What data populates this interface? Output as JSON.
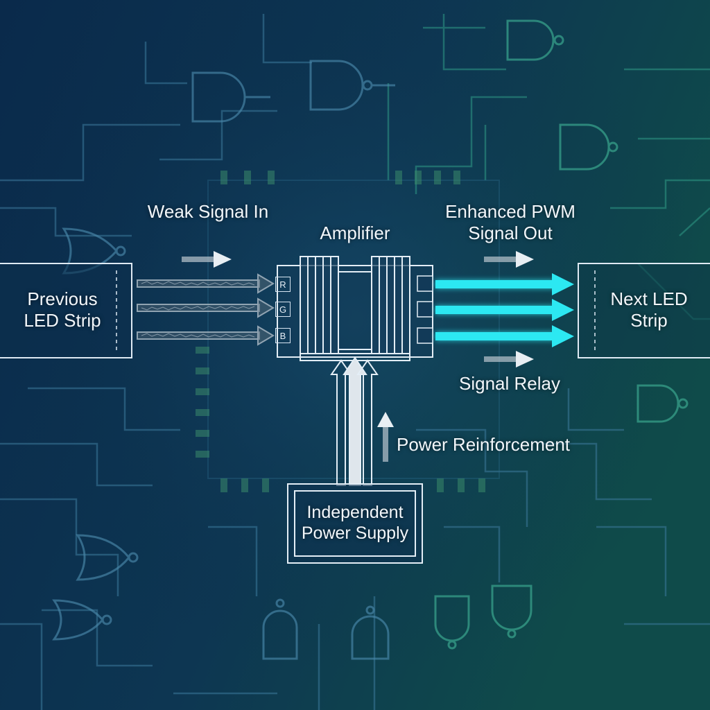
{
  "colors": {
    "background_left": "#0b2b4c",
    "background_right": "#0f4a4a",
    "trace": "#3f7fa0",
    "trace_green": "#2f9a86",
    "box_stroke": "#dfeaf4",
    "output_cyan": "#29e6f0",
    "input_gray": "#9aa8b4",
    "arrow_white": "#e8eef3"
  },
  "icons": {
    "logic_gates": "and-gate / nand-gate / nor-gate background circuitry",
    "heatsink": "heatsink-fins-icon"
  },
  "diagram": {
    "previous_strip": {
      "line1": "Previous",
      "line2": "LED Strip"
    },
    "next_strip": {
      "line1": "Next LED",
      "line2": "Strip"
    },
    "weak_signal_label": "Weak Signal In",
    "amplifier_label": "Amplifier",
    "enhanced_label_line1": "Enhanced PWM",
    "enhanced_label_line2": "Signal Out",
    "signal_relay_label": "Signal Relay",
    "power_reinforcement_label": "Power Reinforcement",
    "power_supply": {
      "line1": "Independent",
      "line2": "Power Supply"
    },
    "channels": [
      "R",
      "G",
      "B"
    ]
  }
}
